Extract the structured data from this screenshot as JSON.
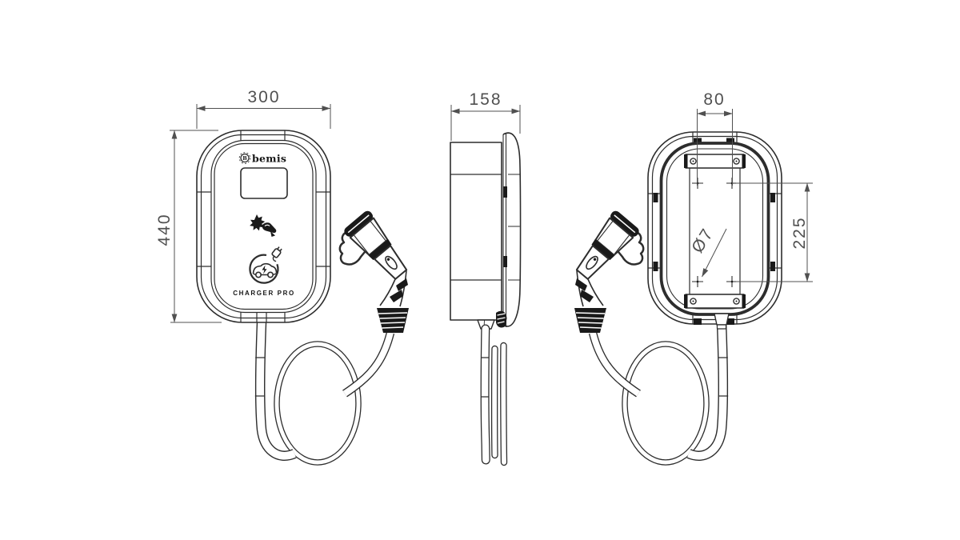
{
  "meta": {
    "type": "technical-drawing",
    "subject": "Wall-mounted EV charging station with coiled cable and connector, three orthographic views"
  },
  "branding": {
    "logo_mark": "B",
    "logo_text": "bemis",
    "product_name": "CHARGER PRO"
  },
  "dimensions": {
    "front_width": "300",
    "front_height": "440",
    "side_depth": "158",
    "mount_hole_spacing_horizontal": "80",
    "mount_hole_spacing_vertical": "225",
    "mount_hole_diameter": "Ø7"
  },
  "colors": {
    "line": "#2d2d2d",
    "dimension": "#505050",
    "background": "#ffffff"
  }
}
